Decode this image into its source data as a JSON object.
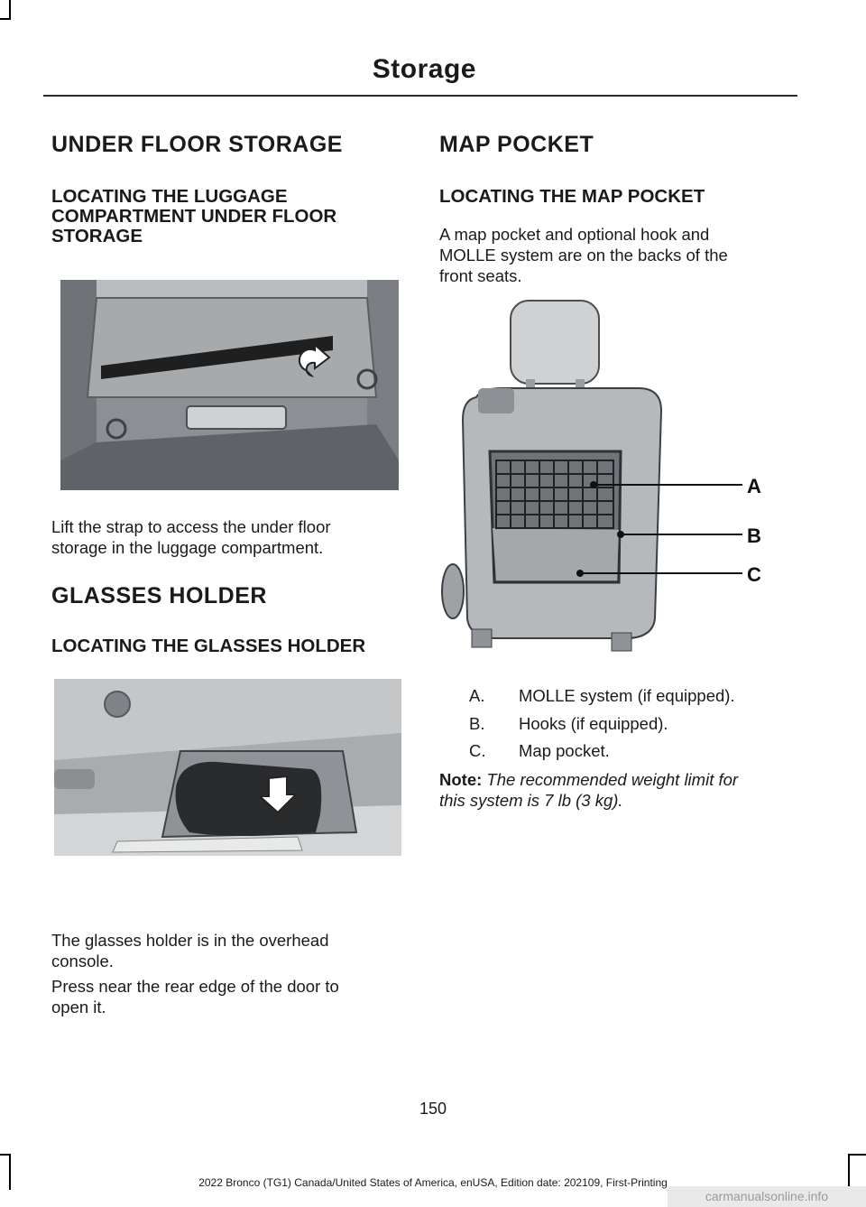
{
  "header": {
    "title": "Storage"
  },
  "left": {
    "section1_heading": "UNDER FLOOR STORAGE",
    "section1_subheading_line1": "LOCATING THE LUGGAGE",
    "section1_subheading_line2": "COMPARTMENT UNDER FLOOR",
    "section1_subheading_line3": "STORAGE",
    "section1_para_line1": "Lift the strap to access the under floor",
    "section1_para_line2": "storage in the luggage compartment.",
    "section2_heading": "GLASSES HOLDER",
    "section2_subheading": "LOCATING THE GLASSES HOLDER",
    "section2_para1_line1": "The glasses holder is in the overhead",
    "section2_para1_line2": "console.",
    "section2_para2_line1": "Press near the rear edge of the door to",
    "section2_para2_line2": "open it."
  },
  "right": {
    "heading": "MAP POCKET",
    "subheading": "LOCATING THE MAP POCKET",
    "para_line1": "A map pocket and optional hook and",
    "para_line2": "MOLLE system are on the backs of the",
    "para_line3": "front seats.",
    "callouts": [
      "A",
      "B",
      "C"
    ],
    "items": [
      {
        "letter": "A.",
        "text": "MOLLE system (if equipped)."
      },
      {
        "letter": "B.",
        "text": "Hooks (if equipped)."
      },
      {
        "letter": "C.",
        "text": "Map pocket."
      }
    ],
    "note_label": "Note:",
    "note_line1": "The recommended weight limit for",
    "note_line2": "this system is 7 lb (3 kg)."
  },
  "page_number": "150",
  "footer": "2022 Bronco (TG1) Canada/United States of America, enUSA, Edition date: 202109, First-Printing",
  "watermark": "carmanualsonline.info"
}
